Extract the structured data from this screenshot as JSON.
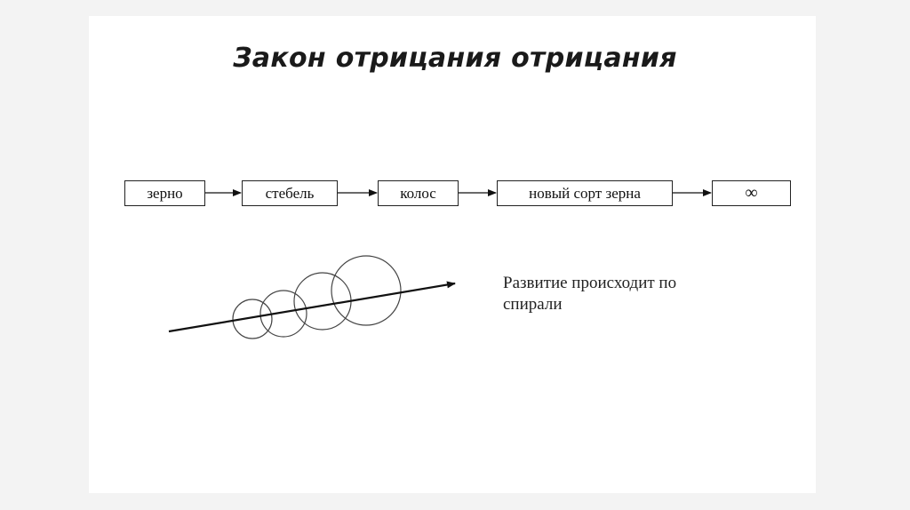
{
  "title": "Закон отрицания отрицания",
  "stages": [
    "зерно",
    "стебель",
    "колос",
    "новый сорт зерна",
    "∞"
  ],
  "caption_line1": "Развитие происходит по",
  "caption_line2": "спирали"
}
